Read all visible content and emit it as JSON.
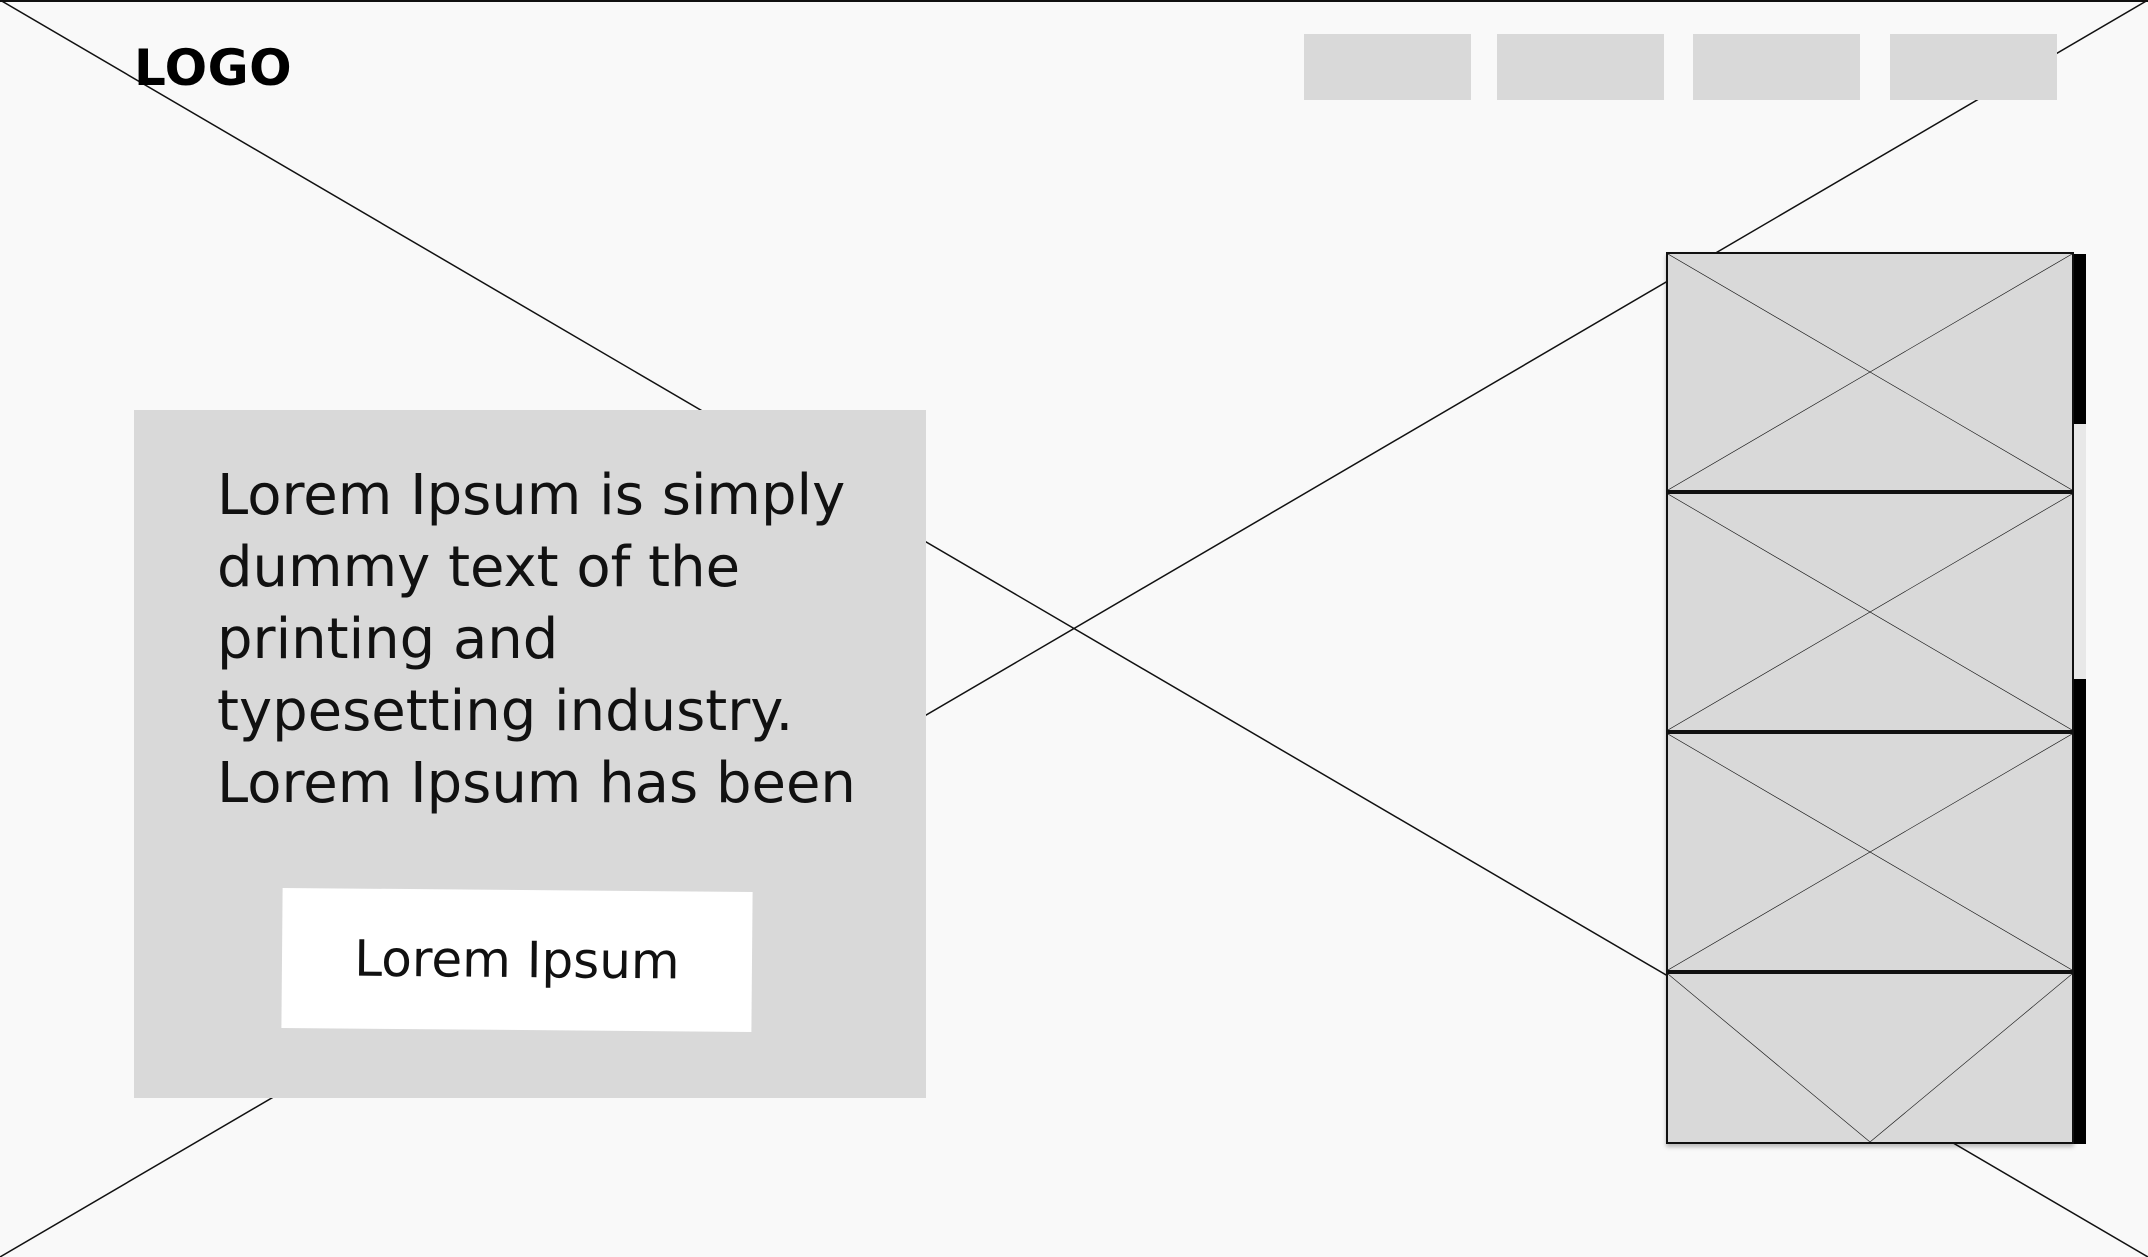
{
  "header": {
    "logo": "LOGO",
    "nav_items": [
      "",
      "",
      "",
      ""
    ]
  },
  "hero": {
    "text": "Lorem Ipsum is simply\ndummy text of the\nprinting and\ntypesetting industry.\nLorem Ipsum has been",
    "button_label": "Lorem Ipsum"
  },
  "carousel": {
    "slides": [
      "image-placeholder",
      "image-placeholder",
      "image-placeholder",
      "image-placeholder"
    ]
  },
  "colors": {
    "background": "#f9f9f9",
    "placeholder": "#d9d9d9",
    "line": "#111111",
    "button": "#ffffff"
  }
}
